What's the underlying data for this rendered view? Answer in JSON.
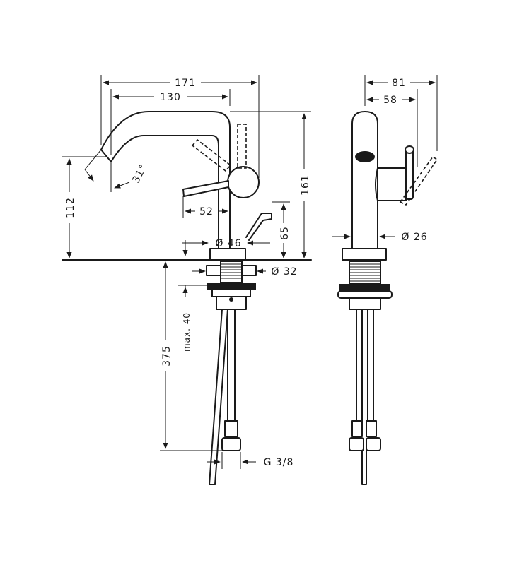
{
  "dimensions": {
    "w171": "171",
    "w130": "130",
    "angle": "31°",
    "h112": "112",
    "h161": "161",
    "w52": "52",
    "h65": "65",
    "d46": "Ø 46",
    "d32": "Ø 32",
    "h375": "375",
    "max40": "max. 40",
    "g38": "G 3/8",
    "w81": "81",
    "w58": "58",
    "d26": "Ø 26"
  }
}
